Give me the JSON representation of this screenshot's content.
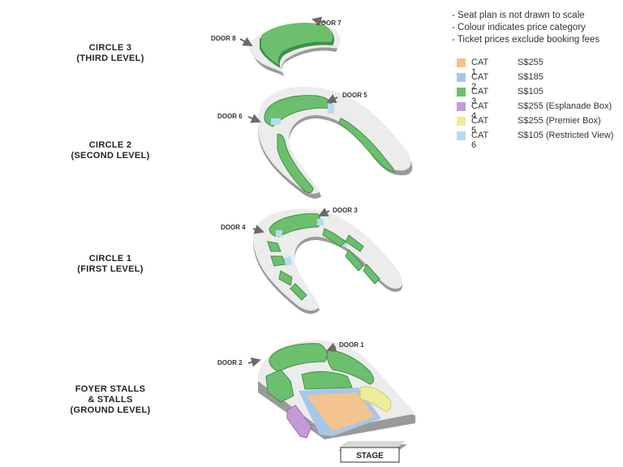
{
  "notes": [
    "- Seat plan is not drawn to scale",
    "- Colour indicates price category",
    "- Ticket prices exclude booking fees"
  ],
  "legend": [
    {
      "cat": "CAT 1",
      "price": "S$255",
      "color": "#f3c48e"
    },
    {
      "cat": "CAT 2",
      "price": "S$185",
      "color": "#a8c6e8"
    },
    {
      "cat": "CAT 3",
      "price": "S$105",
      "color": "#6cbf6c"
    },
    {
      "cat": "CAT 4",
      "price": "S$255  (Esplanade Box)",
      "color": "#c39ad6"
    },
    {
      "cat": "CAT 5",
      "price": "S$255  (Premier Box)",
      "color": "#ecec9c"
    },
    {
      "cat": "CAT 6",
      "price": "S$105  (Restricted View)",
      "color": "#b5dcef"
    }
  ],
  "levels": {
    "circle3": {
      "line1": "CIRCLE 3",
      "line2": "(THIRD LEVEL)"
    },
    "circle2": {
      "line1": "CIRCLE 2",
      "line2": "(SECOND LEVEL)"
    },
    "circle1": {
      "line1": "CIRCLE 1",
      "line2": "(FIRST LEVEL)"
    },
    "ground": {
      "line1": "FOYER STALLS",
      "line2": "& STALLS",
      "line3": "(GROUND LEVEL)"
    }
  },
  "doors": {
    "d1": "DOOR 1",
    "d2": "DOOR 2",
    "d3": "DOOR 3",
    "d4": "DOOR 4",
    "d5": "DOOR 5",
    "d6": "DOOR 6",
    "d7": "DOOR 7",
    "d8": "DOOR 8"
  },
  "stage": "STAGE",
  "colors": {
    "green": "#6cbf6c",
    "green_dark": "#3f8f48",
    "floor": "#ececec",
    "floor_side": "#9a9a9a",
    "cat1": "#f3c48e",
    "cat2": "#a8c6e8",
    "cat4": "#c39ad6",
    "cat5": "#ecec9c",
    "cat6": "#b5dcef",
    "arrow": "#6a6a6a"
  }
}
